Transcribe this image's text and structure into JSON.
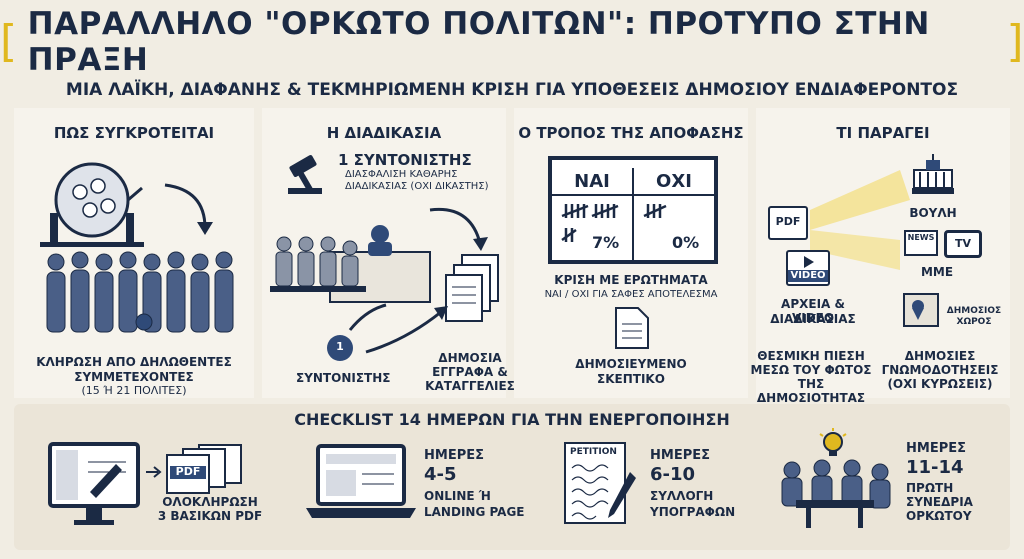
{
  "header": {
    "title": "ΠΑΡΑΛΛΗΛΟ \"ΟΡΚΩΤΟ ΠΟΛΙΤΩΝ\": ΠΡΟΤΥΠΟ ΣΤΗΝ ΠΡΑΞΗ",
    "bracket_left": "[",
    "bracket_right": "]",
    "subtitle": "ΜΙΑ ΛΑΪΚΗ, ΔΙΑΦΑΝΗΣ & ΤΕΚΜΗΡΙΩΜΕΝΗ ΚΡΙΣΗ ΓΙΑ ΥΠΟΘΕΣΕΙΣ ΔΗΜΟΣΙΟΥ ΕΝΔΙΑΦΕΡΟΝΤΟΣ"
  },
  "sections": {
    "formation": {
      "heading": "ΠΩΣ ΣΥΓΚΡΟΤΕΙΤΑΙ",
      "caption_1": "ΚΛΗΡΩΣΗ ΑΠΟ ΔΗΛΩΘΕΝΤΕΣ",
      "caption_2": "ΣΥΜΜΕΤΕΧΟΝΤΕΣ",
      "caption_3": "(15 Ή 21 ΠΟΛΙΤΕΣ)"
    },
    "process": {
      "heading": "Η ΔΙΑΔΙΚΑΣΙΑ",
      "coordinator_title": "1 ΣΥΝΤΟΝΙΣΤΗΣ",
      "coordinator_desc_1": "ΔΙΑΣΦΑΛΙΣΗ ΚΑΘΑΡΗΣ",
      "coordinator_desc_2": "ΔΙΑΔΙΚΑΣΙΑΣ (ΟΧΙ ΔΙΚΑΣΤΗΣ)",
      "badge_number": "1",
      "coordinator_label": "ΣΥΝΤΟΝΙΣΤΗΣ",
      "docs_label_1": "ΔΗΜΟΣΙΑ",
      "docs_label_2": "ΕΓΓΡΑΦΑ &",
      "docs_label_3": "ΚΑΤΑΓΓΕΛΙΕΣ"
    },
    "decision": {
      "heading": "Ο ΤΡΟΠΟΣ ΤΗΣ ΑΠΟΦΑΣΗΣ",
      "yes_label": "ΝΑΙ",
      "no_label": "ΟΧΙ",
      "yes_percent": "7%",
      "no_percent": "0%",
      "caption_1": "ΚΡΙΣΗ ΜΕ ΕΡΩΤΗΜΑΤΑ",
      "caption_2": "ΝΑΙ / ΟΧΙ ΓΙΑ ΣΑΦΕΣ ΑΠΟΤΕΛΕΣΜΑ",
      "doc_label_1": "ΔΗΜΟΣΙΕΥΜΕΝΟ",
      "doc_label_2": "ΣΚΕΠΤΙΚΟ"
    },
    "output": {
      "heading": "ΤΙ ΠΑΡΑΓΕΙ",
      "pdf_tag": "PDF",
      "video_tag": "VIDEO",
      "news_tag": "NEWS",
      "tv_tag": "TV",
      "files_label_1": "ΑΡΧΕΙΑ & VIDEO",
      "files_label_2": "ΔΙΑΔΙΚΑΣΙΑΣ",
      "parliament_label": "ΒΟΥΛΗ",
      "media_label": "ΜΜΕ",
      "public_space_1": "ΔΗΜΟΣΙΟΣ",
      "public_space_2": "ΧΩΡΟΣ",
      "pressure_1": "ΘΕΣΜΙΚΗ ΠΙΕΣΗ",
      "pressure_2": "ΜΕΣΩ ΤΟΥ ΦΩΤΟΣ",
      "pressure_3": "ΤΗΣ ΔΗΜΟΣΙΟΤΗΤΑΣ",
      "opinions_1": "ΔΗΜΟΣΙΕΣ",
      "opinions_2": "ΓΝΩΜΟΔΟΤΗΣΕΙΣ",
      "opinions_3": "(ΟΧΙ ΚΥΡΩΣΕΙΣ)"
    }
  },
  "checklist": {
    "heading": "CHECKLIST 14 ΗΜΕΡΩΝ ΓΙΑ ΤΗΝ ΕΝΕΡΓΟΠΟΙΗΣΗ",
    "step1": {
      "pdf_tag": "PDF",
      "label_1": "ΟΛΟΚΛΗΡΩΣΗ",
      "label_2": "3 ΒΑΣΙΚΩΝ PDF"
    },
    "step2": {
      "days_word": "ΗΜΕΡΕΣ",
      "days": "4-5",
      "label_1": "ONLINE Ή",
      "label_2": "LANDING PAGE"
    },
    "step3": {
      "petition_tag": "PETITION",
      "days_word": "ΗΜΕΡΕΣ",
      "days": "6-10",
      "label_1": "ΣΥΛΛΟΓΗ",
      "label_2": "ΥΠΟΓΡΑΦΩΝ"
    },
    "step4": {
      "days_word": "ΗΜΕΡΕΣ",
      "days": "11-14",
      "label_1": "ΠΡΩΤΗ",
      "label_2": "ΣΥΝΕΔΡΙΑ",
      "label_3": "ΟΡΚΩΤΟΥ"
    }
  },
  "colors": {
    "navy": "#1b2a44",
    "accent": "#e0b81f",
    "blue": "#2f4a78",
    "paper": "#f6f3ec",
    "bg": "#f1ede3"
  }
}
